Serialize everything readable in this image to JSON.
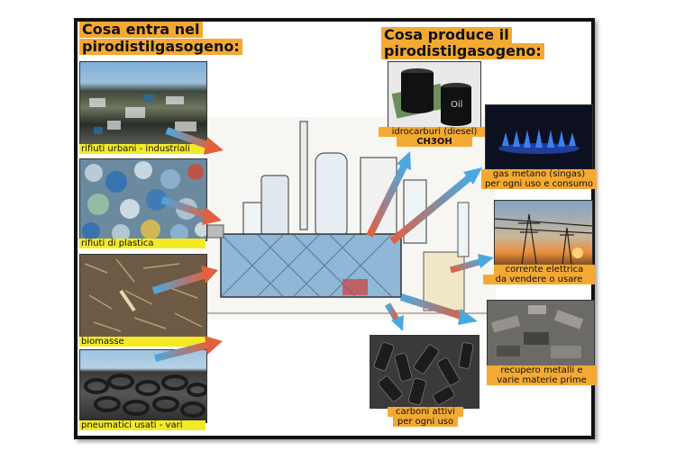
{
  "inputs_header": {
    "line1": "Cosa entra nel",
    "line2": "pirodistilgasogeno:"
  },
  "outputs_header": {
    "line1": "Cosa produce il",
    "line2": "pirodistilgasogeno:"
  },
  "inputs": [
    {
      "label": "rifiuti urbani - industriali"
    },
    {
      "label": "rifiuti di plastica"
    },
    {
      "label": "biomasse"
    },
    {
      "label": "pneumatici usati - vari"
    }
  ],
  "outputs": [
    {
      "line1": "idrocarburi (diesel)",
      "line2": "CH3OH"
    },
    {
      "line1": "gas metano (singas)",
      "line2": "per ogni uso e consumo"
    },
    {
      "line1": "corrente elettrica",
      "line2": "da vendere o usare"
    },
    {
      "line1": "recupero metalli e",
      "line2": "varie materie prime"
    },
    {
      "line1": "carboni attivi",
      "line2": "per ogni uso"
    }
  ],
  "colors": {
    "label_yellow": "#f3ea24",
    "label_orange": "#f4a933",
    "arrow_blue": "#4aa8e0",
    "arrow_red": "#e2603f"
  }
}
